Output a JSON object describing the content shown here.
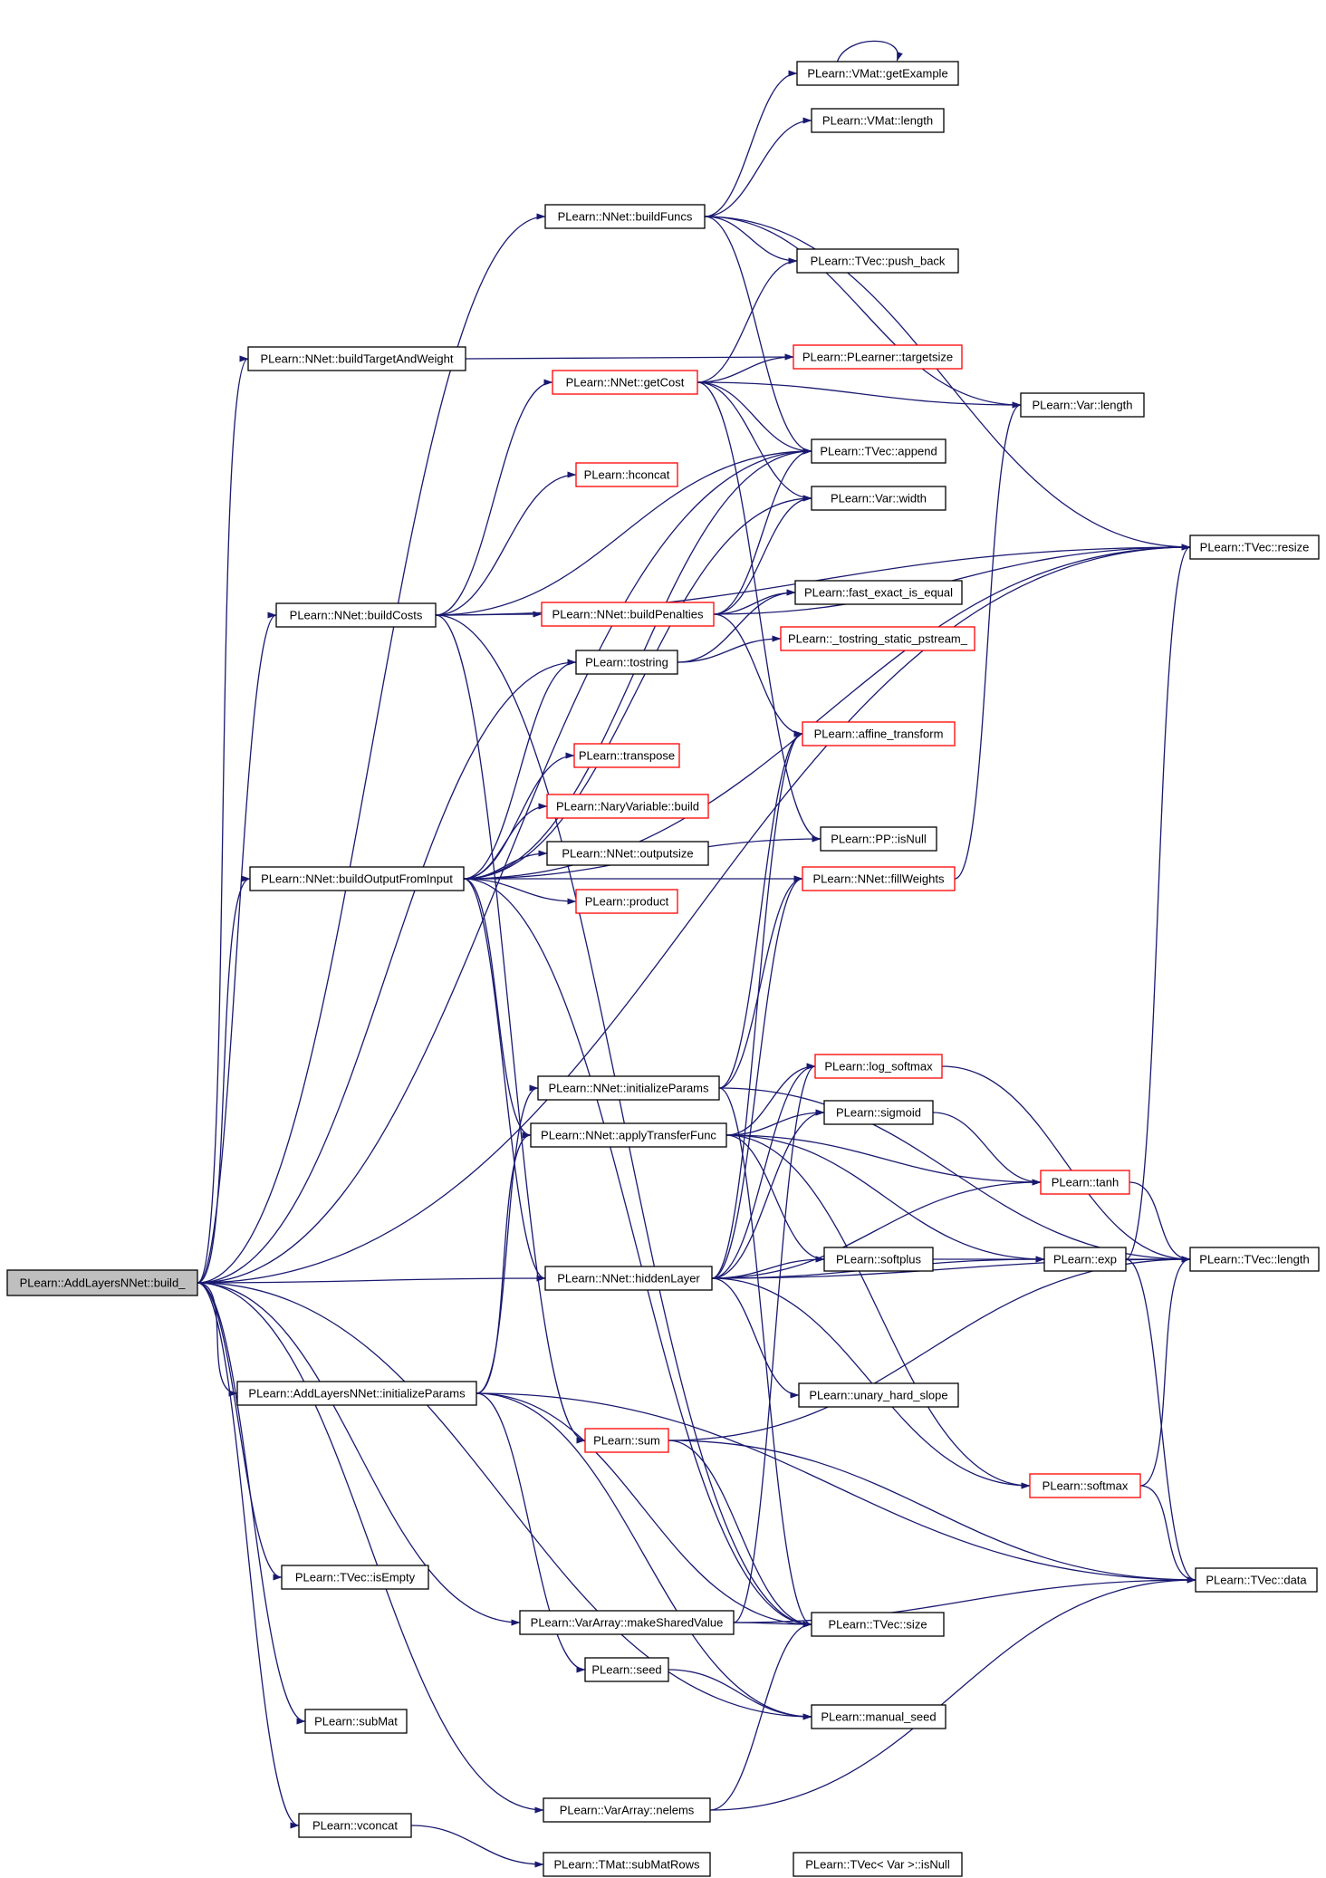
{
  "colors": {
    "edge": "#191970",
    "node_border": "#000000",
    "node_border_truncated": "#ff0000",
    "node_fill": "#ffffff",
    "root_fill": "#bfbfbf",
    "text": "#000000"
  },
  "nodes": [
    {
      "id": "root",
      "label": "PLearn::AddLayersNNet::build_",
      "root": true
    },
    {
      "id": "buildFuncs",
      "label": "PLearn::NNet::buildFuncs"
    },
    {
      "id": "buildTargetAndWeight",
      "label": "PLearn::NNet::buildTargetAndWeight"
    },
    {
      "id": "buildCosts",
      "label": "PLearn::NNet::buildCosts"
    },
    {
      "id": "buildOutputFromInput",
      "label": "PLearn::NNet::buildOutputFromInput"
    },
    {
      "id": "addInitializeParams",
      "label": "PLearn::AddLayersNNet::initializeParams"
    },
    {
      "id": "isEmpty",
      "label": "PLearn::TVec::isEmpty"
    },
    {
      "id": "subMat",
      "label": "PLearn::subMat"
    },
    {
      "id": "vconcat",
      "label": "PLearn::vconcat"
    },
    {
      "id": "getExample",
      "label": "PLearn::VMat::getExample"
    },
    {
      "id": "vmatLength",
      "label": "PLearn::VMat::length"
    },
    {
      "id": "pushBack",
      "label": "PLearn::TVec::push_back"
    },
    {
      "id": "targetsize",
      "label": "PLearn::PLearner::targetsize",
      "truncated": true
    },
    {
      "id": "getCost",
      "label": "PLearn::NNet::getCost",
      "truncated": true
    },
    {
      "id": "varLength",
      "label": "PLearn::Var::length"
    },
    {
      "id": "append",
      "label": "PLearn::TVec::append"
    },
    {
      "id": "hconcat",
      "label": "PLearn::hconcat",
      "truncated": true
    },
    {
      "id": "varWidth",
      "label": "PLearn::Var::width"
    },
    {
      "id": "resize",
      "label": "PLearn::TVec::resize"
    },
    {
      "id": "buildPenalties",
      "label": "PLearn::NNet::buildPenalties",
      "truncated": true
    },
    {
      "id": "fastExact",
      "label": "PLearn::fast_exact_is_equal"
    },
    {
      "id": "tostring",
      "label": "PLearn::tostring"
    },
    {
      "id": "tostringStatic",
      "label": "PLearn::_tostring_static_pstream_",
      "truncated": true
    },
    {
      "id": "affine",
      "label": "PLearn::affine_transform",
      "truncated": true
    },
    {
      "id": "transpose",
      "label": "PLearn::transpose",
      "truncated": true
    },
    {
      "id": "naryBuild",
      "label": "PLearn::NaryVariable::build",
      "truncated": true
    },
    {
      "id": "ppIsNull",
      "label": "PLearn::PP::isNull"
    },
    {
      "id": "outputsize",
      "label": "PLearn::NNet::outputsize"
    },
    {
      "id": "fillWeights",
      "label": "PLearn::NNet::fillWeights",
      "truncated": true
    },
    {
      "id": "product",
      "label": "PLearn::product",
      "truncated": true
    },
    {
      "id": "nnetInitializeParams",
      "label": "PLearn::NNet::initializeParams"
    },
    {
      "id": "logSoftmax",
      "label": "PLearn::log_softmax",
      "truncated": true
    },
    {
      "id": "applyTransferFunc",
      "label": "PLearn::NNet::applyTransferFunc"
    },
    {
      "id": "sigmoid",
      "label": "PLearn::sigmoid"
    },
    {
      "id": "tanh",
      "label": "PLearn::tanh",
      "truncated": true
    },
    {
      "id": "hiddenLayer",
      "label": "PLearn::NNet::hiddenLayer"
    },
    {
      "id": "softplus",
      "label": "PLearn::softplus"
    },
    {
      "id": "exp",
      "label": "PLearn::exp"
    },
    {
      "id": "tvecLength",
      "label": "PLearn::TVec::length"
    },
    {
      "id": "unaryHardSlope",
      "label": "PLearn::unary_hard_slope"
    },
    {
      "id": "sum",
      "label": "PLearn::sum",
      "truncated": true
    },
    {
      "id": "softmax",
      "label": "PLearn::softmax",
      "truncated": true
    },
    {
      "id": "tvecData",
      "label": "PLearn::TVec::data"
    },
    {
      "id": "makeSharedValue",
      "label": "PLearn::VarArray::makeSharedValue"
    },
    {
      "id": "tvecSize",
      "label": "PLearn::TVec::size"
    },
    {
      "id": "seed",
      "label": "PLearn::seed"
    },
    {
      "id": "manualSeed",
      "label": "PLearn::manual_seed"
    },
    {
      "id": "nelems",
      "label": "PLearn::VarArray::nelems"
    },
    {
      "id": "subMatRows",
      "label": "PLearn::TMat::subMatRows"
    },
    {
      "id": "tvecVarIsNull",
      "label": "PLearn::TVec< Var >::isNull"
    }
  ],
  "edges": [
    [
      "root",
      "buildFuncs"
    ],
    [
      "root",
      "buildTargetAndWeight"
    ],
    [
      "root",
      "buildCosts"
    ],
    [
      "root",
      "buildOutputFromInput"
    ],
    [
      "root",
      "addInitializeParams"
    ],
    [
      "root",
      "isEmpty"
    ],
    [
      "root",
      "subMat"
    ],
    [
      "root",
      "vconcat"
    ],
    [
      "root",
      "hiddenLayer"
    ],
    [
      "root",
      "makeSharedValue"
    ],
    [
      "root",
      "nelems"
    ],
    [
      "root",
      "resize"
    ],
    [
      "root",
      "append"
    ],
    [
      "root",
      "tostring"
    ],
    [
      "root",
      "manualSeed"
    ],
    [
      "getExample",
      "getExample"
    ],
    [
      "buildFuncs",
      "getExample"
    ],
    [
      "buildFuncs",
      "vmatLength"
    ],
    [
      "buildFuncs",
      "pushBack"
    ],
    [
      "buildFuncs",
      "varLength"
    ],
    [
      "buildFuncs",
      "resize"
    ],
    [
      "buildFuncs",
      "append"
    ],
    [
      "buildTargetAndWeight",
      "targetsize"
    ],
    [
      "buildCosts",
      "getCost"
    ],
    [
      "buildCosts",
      "hconcat"
    ],
    [
      "buildCosts",
      "buildPenalties"
    ],
    [
      "buildCosts",
      "append"
    ],
    [
      "buildCosts",
      "resize"
    ],
    [
      "buildCosts",
      "sum"
    ],
    [
      "buildCosts",
      "tvecSize"
    ],
    [
      "getCost",
      "pushBack"
    ],
    [
      "getCost",
      "targetsize"
    ],
    [
      "getCost",
      "varLength"
    ],
    [
      "getCost",
      "append"
    ],
    [
      "getCost",
      "varWidth"
    ],
    [
      "getCost",
      "ppIsNull"
    ],
    [
      "buildPenalties",
      "fastExact"
    ],
    [
      "buildPenalties",
      "resize"
    ],
    [
      "buildPenalties",
      "affine"
    ],
    [
      "buildPenalties",
      "append"
    ],
    [
      "buildPenalties",
      "varWidth"
    ],
    [
      "tostring",
      "tostringStatic"
    ],
    [
      "tostring",
      "fastExact"
    ],
    [
      "buildOutputFromInput",
      "tostring"
    ],
    [
      "buildOutputFromInput",
      "transpose"
    ],
    [
      "buildOutputFromInput",
      "naryBuild"
    ],
    [
      "buildOutputFromInput",
      "outputsize"
    ],
    [
      "buildOutputFromInput",
      "product"
    ],
    [
      "buildOutputFromInput",
      "append"
    ],
    [
      "buildOutputFromInput",
      "varWidth"
    ],
    [
      "buildOutputFromInput",
      "resize"
    ],
    [
      "buildOutputFromInput",
      "fillWeights"
    ],
    [
      "buildOutputFromInput",
      "ppIsNull"
    ],
    [
      "buildOutputFromInput",
      "applyTransferFunc"
    ],
    [
      "buildOutputFromInput",
      "hiddenLayer"
    ],
    [
      "buildOutputFromInput",
      "tvecSize"
    ],
    [
      "addInitializeParams",
      "nnetInitializeParams"
    ],
    [
      "addInitializeParams",
      "applyTransferFunc"
    ],
    [
      "addInitializeParams",
      "tvecSize"
    ],
    [
      "addInitializeParams",
      "seed"
    ],
    [
      "addInitializeParams",
      "manualSeed"
    ],
    [
      "addInitializeParams",
      "tvecData"
    ],
    [
      "nnetInitializeParams",
      "affine"
    ],
    [
      "nnetInitializeParams",
      "fillWeights"
    ],
    [
      "nnetInitializeParams",
      "tvecLength"
    ],
    [
      "nnetInitializeParams",
      "tvecSize"
    ],
    [
      "applyTransferFunc",
      "logSoftmax"
    ],
    [
      "applyTransferFunc",
      "sigmoid"
    ],
    [
      "applyTransferFunc",
      "tanh"
    ],
    [
      "applyTransferFunc",
      "softplus"
    ],
    [
      "applyTransferFunc",
      "exp"
    ],
    [
      "applyTransferFunc",
      "softmax"
    ],
    [
      "hiddenLayer",
      "affine"
    ],
    [
      "hiddenLayer",
      "fillWeights"
    ],
    [
      "hiddenLayer",
      "logSoftmax"
    ],
    [
      "hiddenLayer",
      "sigmoid"
    ],
    [
      "hiddenLayer",
      "tanh"
    ],
    [
      "hiddenLayer",
      "softplus"
    ],
    [
      "hiddenLayer",
      "exp"
    ],
    [
      "hiddenLayer",
      "unaryHardSlope"
    ],
    [
      "hiddenLayer",
      "softmax"
    ],
    [
      "hiddenLayer",
      "tvecLength"
    ],
    [
      "fillWeights",
      "varLength"
    ],
    [
      "logSoftmax",
      "tvecLength"
    ],
    [
      "sigmoid",
      "tanh"
    ],
    [
      "tanh",
      "tvecLength"
    ],
    [
      "softplus",
      "exp"
    ],
    [
      "exp",
      "tvecLength"
    ],
    [
      "exp",
      "resize"
    ],
    [
      "exp",
      "tvecData"
    ],
    [
      "softmax",
      "tvecLength"
    ],
    [
      "softmax",
      "tvecData"
    ],
    [
      "sum",
      "tvecSize"
    ],
    [
      "sum",
      "tvecData"
    ],
    [
      "sum",
      "tvecLength"
    ],
    [
      "makeSharedValue",
      "tvecSize"
    ],
    [
      "makeSharedValue",
      "tvecData"
    ],
    [
      "makeSharedValue",
      "logSoftmax"
    ],
    [
      "seed",
      "manualSeed"
    ],
    [
      "nelems",
      "tvecSize"
    ],
    [
      "nelems",
      "tvecData"
    ],
    [
      "vconcat",
      "subMatRows"
    ]
  ]
}
